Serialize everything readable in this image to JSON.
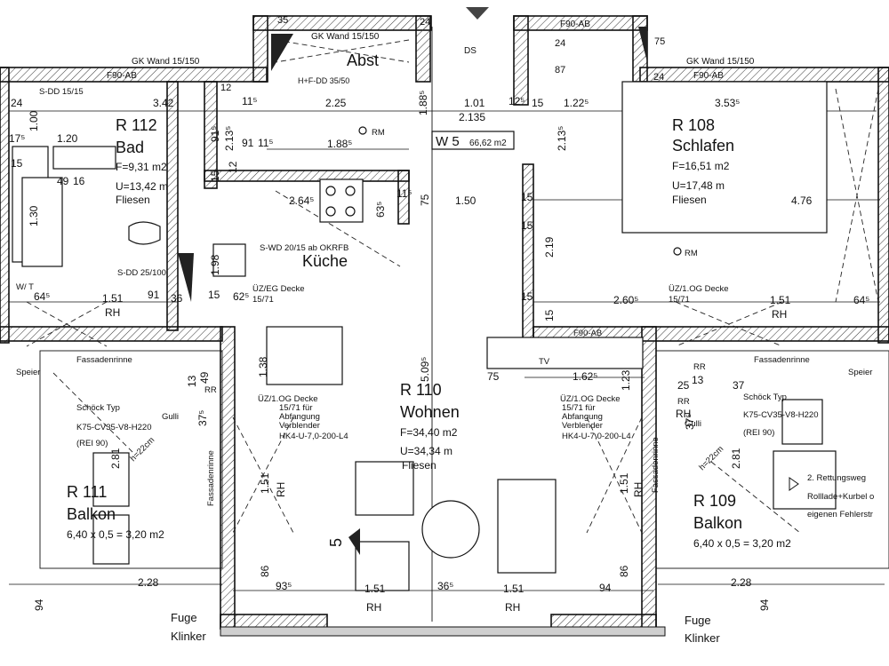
{
  "top": {
    "gk_wand_left": "GK Wand 15/150",
    "f90_ab_left": "F90-AB",
    "gk_wand_abst": "GK Wand 15/150",
    "abst": "Abst",
    "hf_dd": "H+F-DD 35/50",
    "ds": "DS",
    "f90_ab_top": "F90-AB",
    "gk_wand_right": "GK Wand 15/150",
    "f90_ab_right": "F90-AB",
    "d35": "35",
    "d24a": "24",
    "d24b": "24",
    "d24c": "24",
    "d75": "75",
    "d87": "87",
    "d12": "12"
  },
  "rooms": {
    "bad": {
      "no": "R 112",
      "name": "Bad",
      "area": "F=9,31 m2",
      "perim": "U=13,42 m",
      "floor": "Fliesen"
    },
    "schlafen": {
      "no": "R 108",
      "name": "Schlafen",
      "area": "F=16,51 m2",
      "perim": "U=17,48 m",
      "floor": "Fliesen"
    },
    "kueche": {
      "name": "Küche"
    },
    "wohnen": {
      "no": "R 110",
      "name": "Wohnen",
      "area": "F=34,40 m2",
      "perim": "U=34,34 m",
      "floor": "Fliesen"
    },
    "balkon_left": {
      "no": "R 111",
      "name": "Balkon",
      "calc": "6,40 x 0,5 = 3,20 m2"
    },
    "balkon_right": {
      "no": "R 109",
      "name": "Balkon",
      "calc": "6,40 x 0,5 = 3,20 m2"
    },
    "unit": {
      "id": "W 5",
      "area": "66,62 m2"
    }
  },
  "dims": {
    "d342": "3.42",
    "d115a": "11⁵",
    "d225": "2.25",
    "d188": "1.88⁵",
    "d101": "1.01",
    "d2135": "2.135",
    "d125": "12⁵",
    "d15a": "15",
    "d122": "1.22⁵",
    "d353": "3.53⁵",
    "d91a": "91⁵",
    "d2135v": "2.13⁵",
    "d91b": "91",
    "d115b": "11⁵",
    "d188b": "1.88⁵",
    "d2135r": "2.13⁵",
    "d264": "2.64⁵",
    "d635": "63⁵",
    "d115c": "11⁵",
    "d75": "75",
    "d150": "1.50",
    "d476": "4.76",
    "d219": "2.19",
    "d15b": "15",
    "d15c": "15",
    "d15d": "15",
    "d120": "1.20",
    "d100": "1.00",
    "d175": "17⁵",
    "d49": "49",
    "d16": "16",
    "d130": "1.30",
    "d24": "24",
    "d12": "12",
    "d15e": "15",
    "d198": "1.98",
    "d645l": "64⁵",
    "d151a": "1.51",
    "d91c": "91",
    "d36": "36",
    "d15f": "15",
    "d625": "62⁵",
    "d260": "2.60⁵",
    "d151b": "1.51",
    "d645r": "64⁵",
    "d509": "5.09⁵",
    "d138": "1.38",
    "d75b": "75",
    "d162": "1.62⁵",
    "d123": "1.23",
    "d151l": "1.51",
    "d151r": "1.51",
    "d86l": "86",
    "d86r": "86",
    "d935": "93⁵",
    "d151c": "1.51",
    "d365": "36⁵",
    "d151d": "1.51",
    "d94": "94",
    "d228l": "2.28",
    "d228r": "2.28",
    "d94l": "94",
    "d94r": "94",
    "d281l": "2.81",
    "d281r": "2.81",
    "d49b": "49",
    "d13": "13",
    "d37l": "37⁵",
    "d37r": "37⁵",
    "d25": "25",
    "d13b": "13",
    "d37": "37",
    "d15g": "15",
    "d15h": "15"
  },
  "labels": {
    "sdd_top": "S-DD 15/15",
    "sdd_bottom": "S-DD 25/100",
    "swd": "S-WD 20/15 ab OKRFB",
    "wt": "W/ T",
    "rm1": "RM",
    "rm2": "RM",
    "rh_left": "RH",
    "rh_right": "RH",
    "rh_right2": "RH",
    "rh_bot1": "RH",
    "rh_bot2": "RH",
    "rh_vl": "RH",
    "rh_vr": "RH",
    "uz_eg": "ÜZ/EG Decke",
    "uz_eg2": "15/71",
    "uz_og": "ÜZ/1.OG Decke",
    "uz_og2": "15/71",
    "f90_mid": "F90-AB",
    "tv": "TV",
    "speier_l": "Speier",
    "speier_r": "Speier",
    "fassade_l": "Fassadenrinne",
    "fassade_r": "Fassadenrinne",
    "fassade_v": "Fassadenrinne",
    "fassade_v2": "Fassadenrinne",
    "rr_l": "RR",
    "rr_r": "RR",
    "rr_r2": "RR",
    "gulli_l": "Gulli",
    "gulli_r": "Gulli",
    "schoeck_l": [
      "Schöck Typ",
      "K75-CV35-V8-H220",
      "(REI 90)"
    ],
    "schoeck_r": [
      "Schöck Typ",
      "K75-CV35-V8-H220",
      "(REI 90)"
    ],
    "uz_decke_l": [
      "ÜZ/1.OG Decke",
      "15/71 für",
      "Abfangung",
      "Verblender",
      "HK4-U-7,0-200-L4"
    ],
    "uz_decke_r": [
      "ÜZ/1.OG Decke",
      "15/71 für",
      "Abfangung",
      "Verblender",
      "HK4-U-7,0-200-L4"
    ],
    "h22": "h=22cm",
    "h22b": "h=22cm",
    "rettung": [
      "2. Rettungsweg",
      "Rolllade+Kurbel o",
      "eigenen Fehlerstr"
    ],
    "fuge_l": "Fuge",
    "klinker_l": "Klinker",
    "fuge_r": "Fuge",
    "klinker_r": "Klinker",
    "section": "5"
  }
}
